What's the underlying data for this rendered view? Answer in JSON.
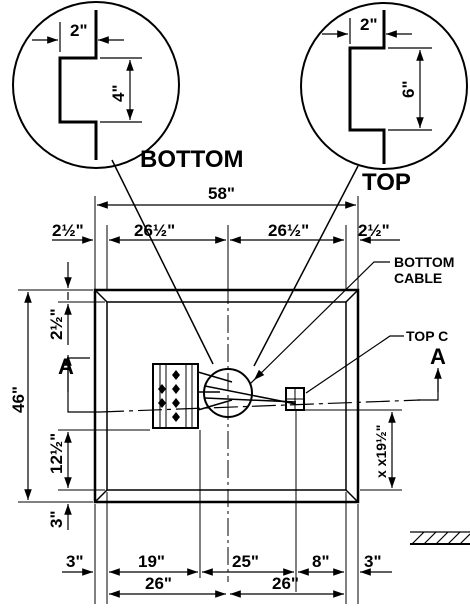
{
  "details": {
    "bottom": {
      "title": "BOTTOM",
      "width_dim": "2\"",
      "height_dim": "4\""
    },
    "top": {
      "title": "TOP",
      "width_dim": "2\"",
      "height_dim": "6\""
    }
  },
  "plan": {
    "overall_width": "58\"",
    "top_dims": [
      "2½\"",
      "26½\"",
      "26½\"",
      "2½\""
    ],
    "overall_height": "46\"",
    "left_dims": [
      "2½\"",
      "12½\"",
      "3\""
    ],
    "right_dim": "x x19½\"",
    "bottom_row1": [
      "3\"",
      "19\"",
      "25\"",
      "8\"",
      "3\""
    ],
    "bottom_row2": [
      "26\"",
      "26\""
    ]
  },
  "labels": {
    "bottom_cable": [
      "BOTTOM",
      "CABLE"
    ],
    "top_cable": "TOP C",
    "section_marker": "A"
  }
}
